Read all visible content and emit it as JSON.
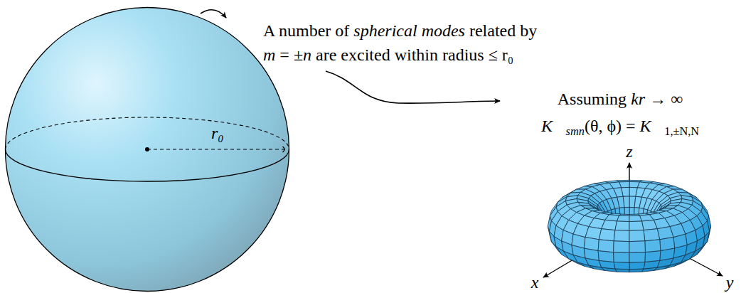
{
  "diagram": {
    "nodes": [
      {
        "text": [
          "r₀"
        ]
      }
    ],
    "labels": [
      "A number of",
      "spherical modes",
      "related by",
      "m",
      "= ±",
      "n",
      "are excited within radius ≤ r₀",
      "Assuming",
      "kr",
      "→ ∞",
      "K⃗",
      "smn",
      "(θ, ϕ) =",
      "K⃗",
      "1,±N,N",
      "z",
      "x",
      "y"
    ]
  }
}
